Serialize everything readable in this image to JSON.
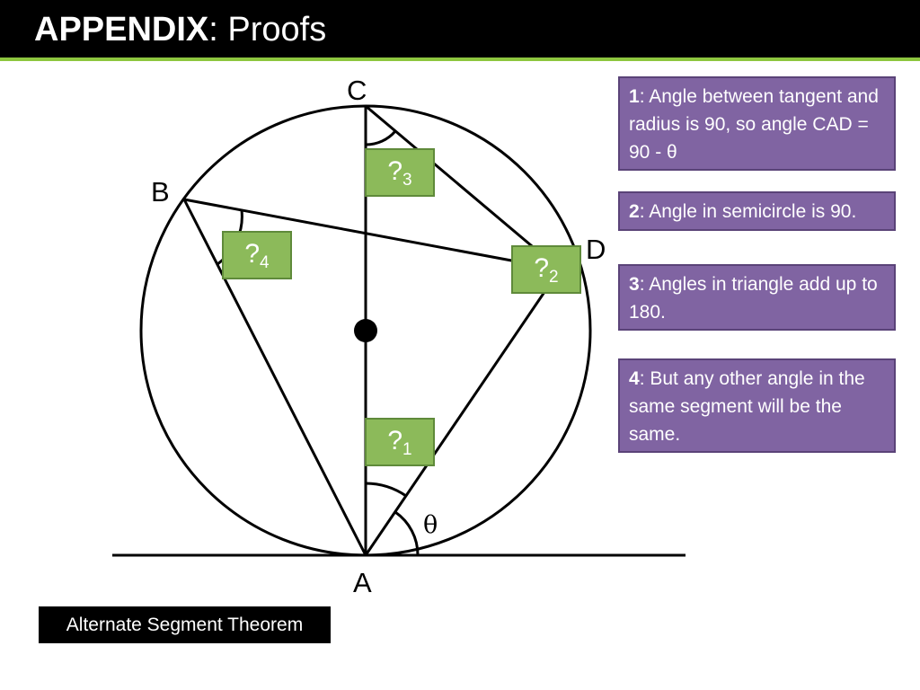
{
  "slide": {
    "title_bold": "APPENDIX",
    "title_rest": ": Proofs"
  },
  "diagram": {
    "points": {
      "A": "A",
      "B": "B",
      "C": "C",
      "D": "D"
    },
    "angle_symbol": "θ",
    "unknowns": [
      {
        "q": "?",
        "sub": "1"
      },
      {
        "q": "?",
        "sub": "2"
      },
      {
        "q": "?",
        "sub": "3"
      },
      {
        "q": "?",
        "sub": "4"
      }
    ]
  },
  "notes": [
    {
      "num": "1",
      "text": ": Angle between tangent and radius is 90, so angle CAD = 90 - θ"
    },
    {
      "num": "2",
      "text": ": Angle in semicircle is 90."
    },
    {
      "num": "3",
      "text": ": Angles in triangle add up to 180."
    },
    {
      "num": "4",
      "text": ": But any other angle in the same segment will be the same."
    }
  ],
  "footer": {
    "label": "Alternate Segment Theorem"
  },
  "colors": {
    "header_bg": "#000000",
    "header_accent": "#8dc63f",
    "unknown_box": "#8cba5a",
    "note_box": "#8064a2"
  }
}
